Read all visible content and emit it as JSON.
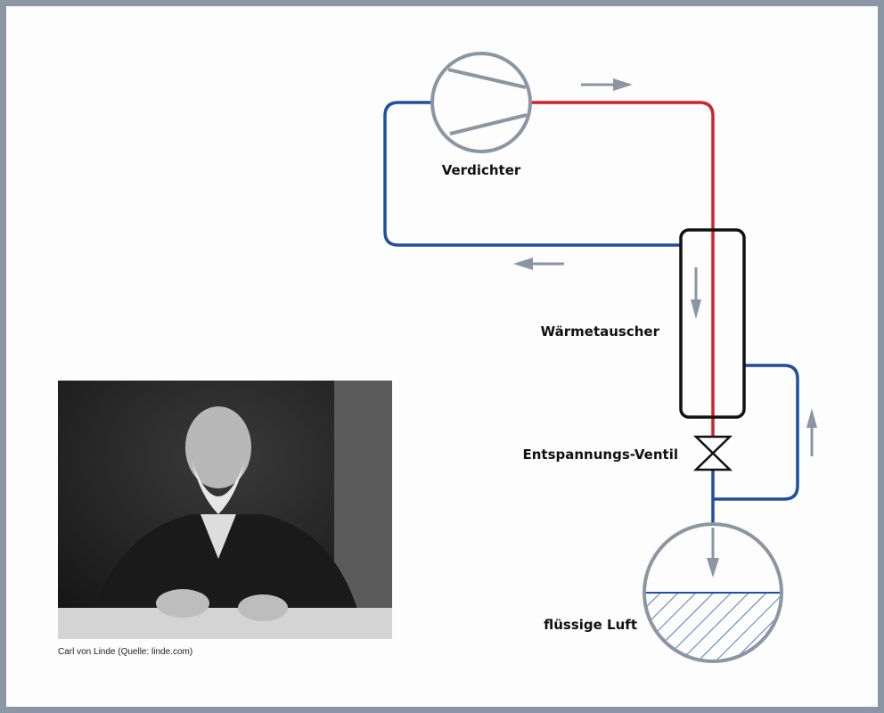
{
  "labels": {
    "compressor": "Verdichter",
    "heat_exchanger": "Wärmetauscher",
    "valve": "Entspannungs-Ventil",
    "liquid_air": "flüssige Luft"
  },
  "caption": "Carl von Linde (Quelle: linde.com)",
  "colors": {
    "hot": "#d0222e",
    "cold": "#1f4fa0",
    "component": "#8a96a3",
    "frame": "#8a96a3"
  }
}
